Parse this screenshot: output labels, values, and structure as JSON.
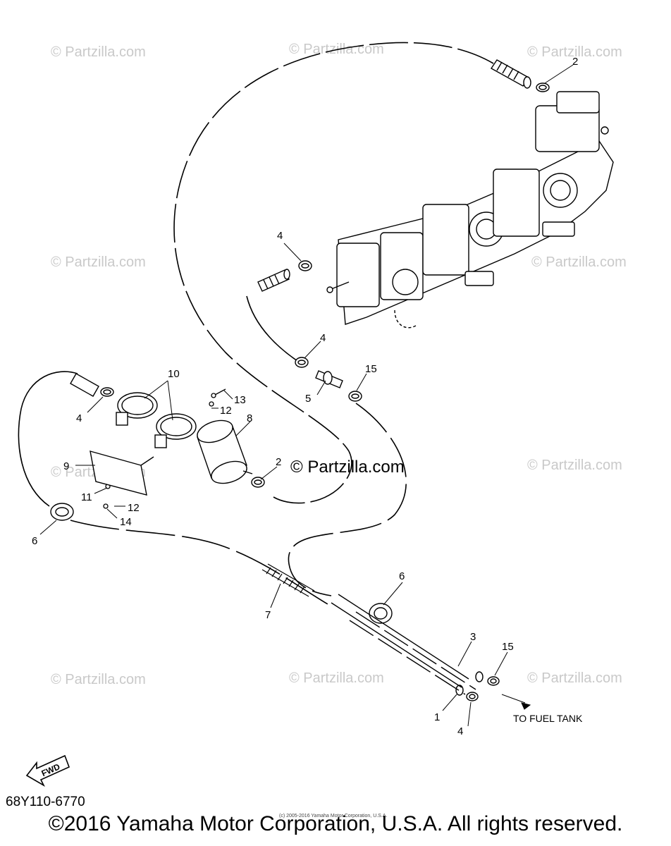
{
  "diagram": {
    "callouts": [
      "1",
      "2",
      "2",
      "3",
      "4",
      "4",
      "4",
      "4",
      "5",
      "6",
      "6",
      "7",
      "8",
      "9",
      "10",
      "11",
      "12",
      "12",
      "13",
      "14",
      "15",
      "15"
    ],
    "destination_label": "TO FUEL TANK",
    "forward_label": "FWD",
    "diagram_code": "68Y110-6770"
  },
  "watermark": {
    "text": "© Partzilla.com",
    "center_text": "© Partzilla.com"
  },
  "footer": {
    "copyright": "©2016 Yamaha Motor Corporation, U.S.A. All rights reserved.",
    "small_note": "(c) 2005-2016 Yamaha Motor Corporation, U.S.A."
  }
}
